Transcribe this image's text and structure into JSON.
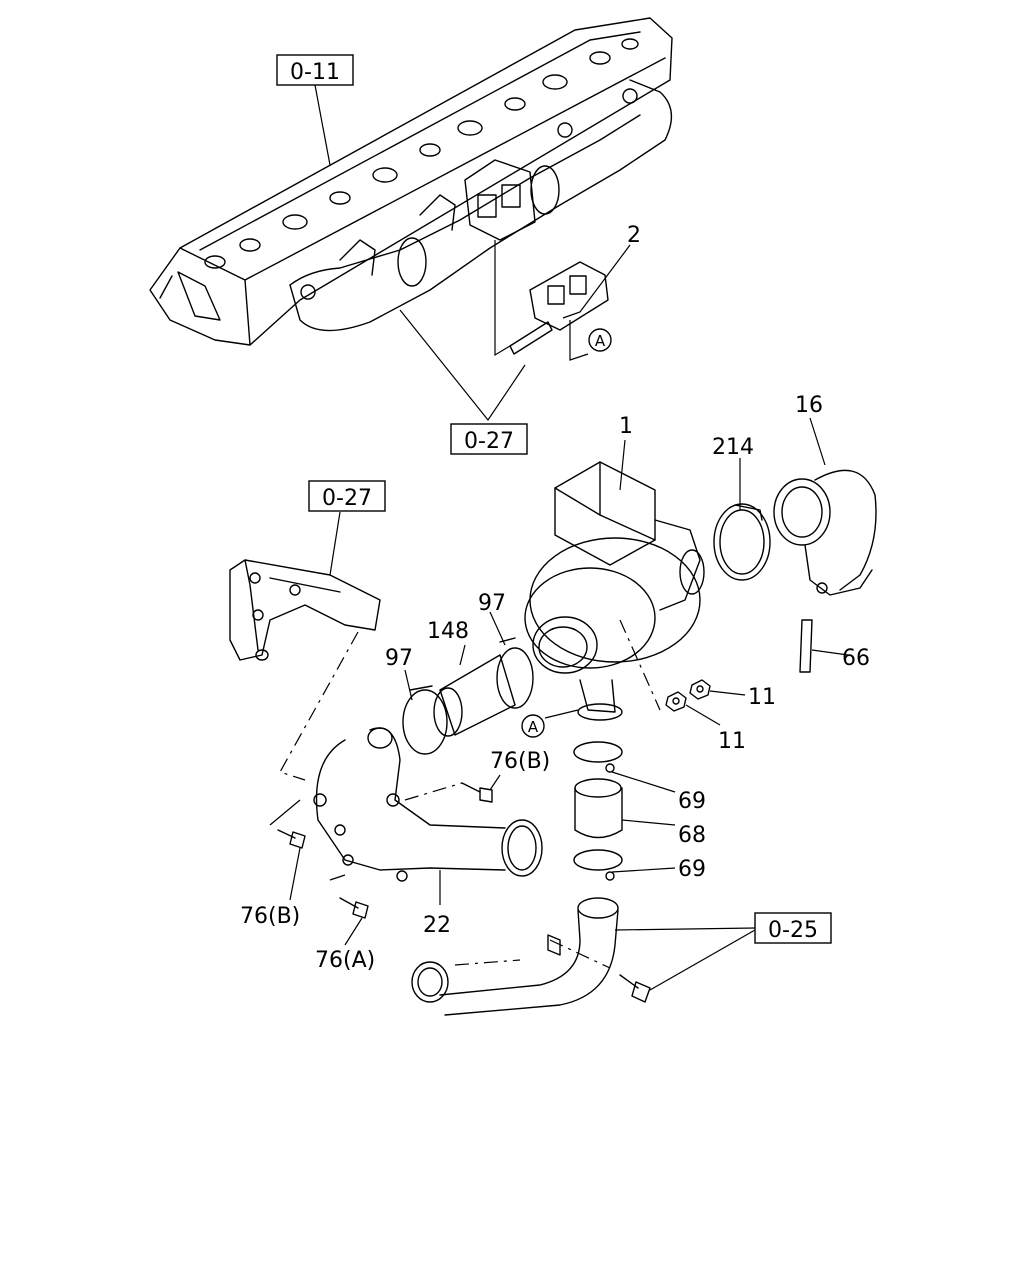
{
  "refs": {
    "cyl_head": "0-11",
    "manifold": "0-27",
    "bracket": "0-27",
    "exhaust": "0-25"
  },
  "callouts": {
    "gasket": "2",
    "turbo": "1",
    "clamp_214": "214",
    "elbow": "16",
    "stud": "66",
    "nut_a": "11",
    "nut_b": "11",
    "clamp_97a": "97",
    "clamp_97b": "97",
    "hose": "148",
    "bolt_76b_upper": "76(B)",
    "bolt_76b_lower": "76(B)",
    "bolt_76a": "76(A)",
    "pipe": "22",
    "clamp_69a": "69",
    "clamp_69b": "69",
    "sleeve": "68"
  },
  "markers": {
    "a_upper": "A",
    "a_lower": "A"
  }
}
